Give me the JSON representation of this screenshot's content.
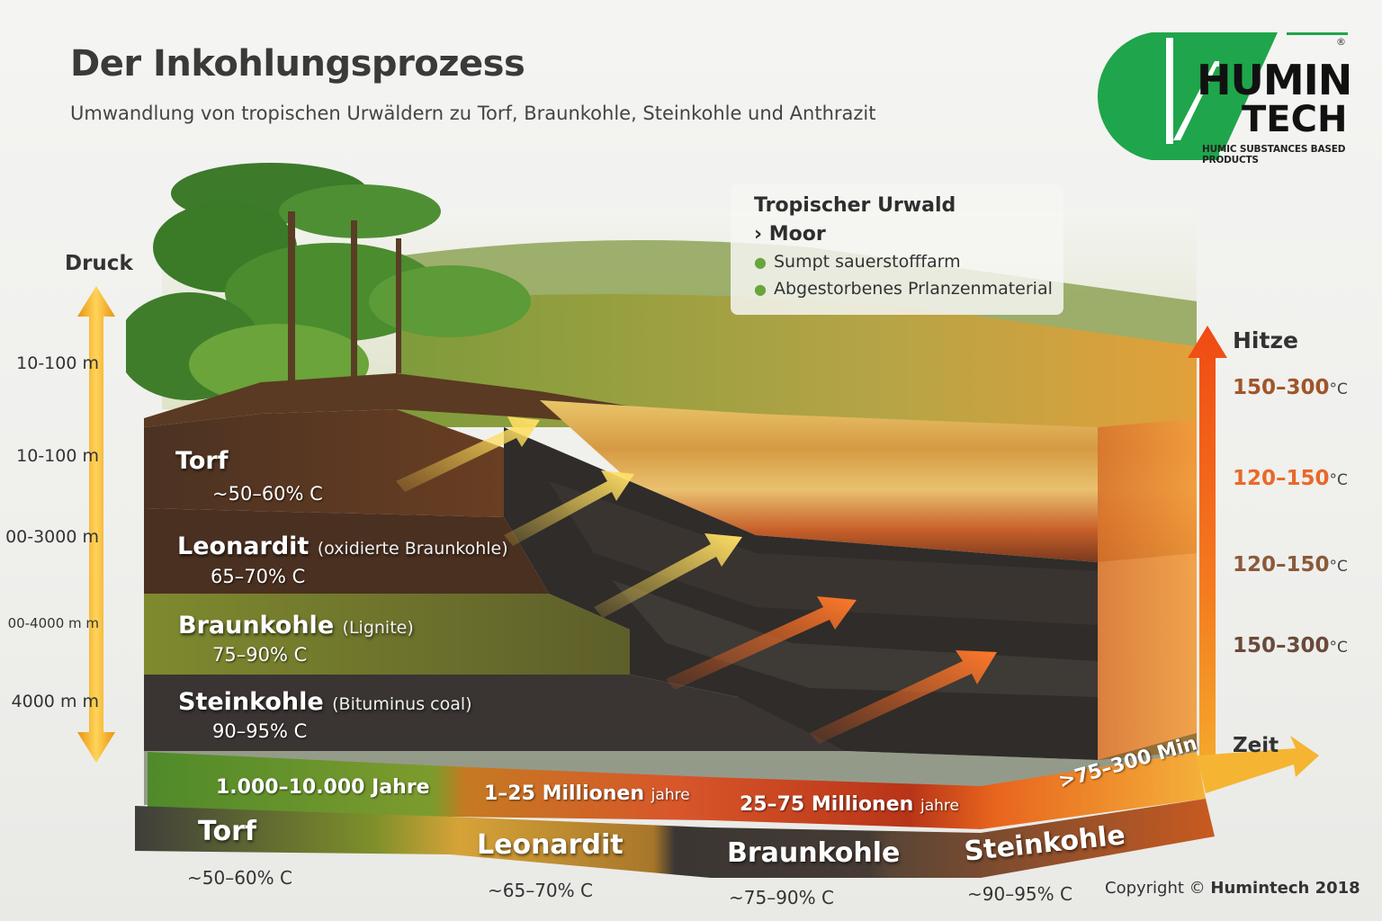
{
  "header": {
    "title": "Der Inkohlungsprozess",
    "subtitle": "Umwandlung von tropischen Urwäldern zu Torf, Braunkohle, Steinkohle und Anthrazit"
  },
  "logo": {
    "line1": "HUMIN",
    "line2": "TECH",
    "tagline": "HUMIC SUBSTANCES BASED PRODUCTS",
    "registered": "®"
  },
  "info_box": {
    "title": "Tropischer Urwald",
    "subtitle": "› Moor",
    "bullets": [
      "Sumpt sauerstofffarm",
      "Abgestorbenes Prlanzenmaterial"
    ]
  },
  "pressure_axis": {
    "title": "Druck",
    "depths": [
      "10-100 m",
      "10-100 m",
      "00-3000 m",
      "00-4000 m m",
      "4000 m m"
    ]
  },
  "heat_axis": {
    "title": "Hitze",
    "temps": [
      {
        "value": "150–300",
        "unit": "°C",
        "color": "#a0552a"
      },
      {
        "value": "120–150",
        "unit": "°C",
        "color": "#e8692a"
      },
      {
        "value": "120–150",
        "unit": "°C",
        "color": "#8a5a3a"
      },
      {
        "value": "150–300",
        "unit": "°C",
        "color": "#6a4a3a"
      }
    ]
  },
  "layers": [
    {
      "name": "Torf",
      "sub": "",
      "pct": "~50–60% C"
    },
    {
      "name": "Leonardit",
      "sub": "(oxidierte Braunkohle)",
      "pct": "65–70% C"
    },
    {
      "name": "Braunkohle",
      "sub": "(Lignite)",
      "pct": "75–90% C"
    },
    {
      "name": "Steinkohle",
      "sub": "(Bituminus coal)",
      "pct": "90–95% C"
    }
  ],
  "time_axis": {
    "title": "Zeit",
    "periods": [
      {
        "main": "1.000–10.000 Jahre",
        "small": ""
      },
      {
        "main": "1–25 Millionen",
        "small": "jahre"
      },
      {
        "main": "25–75 Millionen",
        "small": "jahre"
      },
      {
        "main": ">75–300 Min",
        "small": ""
      }
    ]
  },
  "stages": [
    {
      "name": "Torf",
      "pct": "~50–60% C"
    },
    {
      "name": "Leonardit",
      "pct": "~65–70% C"
    },
    {
      "name": "Braunkohle",
      "pct": "~75–90% C"
    },
    {
      "name": "Steinkohle",
      "pct": "~90–95% C"
    }
  ],
  "footer": {
    "copyright_prefix": "Copyright © ",
    "copyright_owner": "Humintech 2018"
  },
  "colors": {
    "logo_green": "#1fa54b",
    "pressure_arrow": "#f2a81d",
    "heat_arrow": "#f05a1a"
  }
}
